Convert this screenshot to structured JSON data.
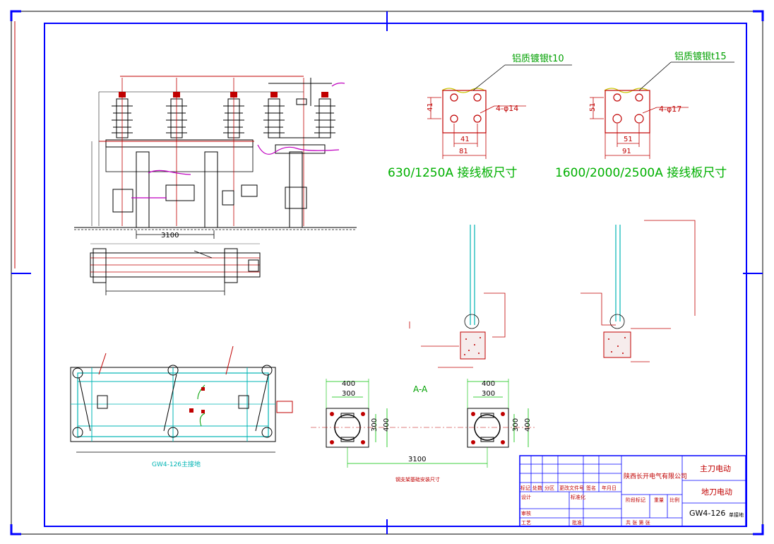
{
  "colors": {
    "frame": "#0000ff",
    "dim_line": "#00c000",
    "heading": "#00b000",
    "hatch": "#c00000",
    "outline": "#000000",
    "cyan": "#00b4b4",
    "magenta": "#c000c0",
    "yellow": "#c8c800"
  },
  "plates": {
    "left": {
      "material": "铝质镀银t10",
      "holes": "4-φ14",
      "dim_h": "41",
      "dim_w_inner": "41",
      "dim_w_outer": "81"
    },
    "right": {
      "material": "铝质镀银t15",
      "holes": "4-φ17",
      "dim_h": "51",
      "dim_w_inner": "51",
      "dim_w_outer": "91"
    }
  },
  "headings": {
    "plate_630": "630/1250A 接线板尺寸",
    "plate_1600": "1600/2000/2500A 接线板尺寸"
  },
  "section": {
    "label": "A-A",
    "dims_left": [
      "400",
      "300",
      "300",
      "400"
    ],
    "dims_right": [
      "400",
      "300",
      "300",
      "400"
    ],
    "spacing": "3100",
    "base_note": "钢支架基础安装尺寸"
  },
  "front_view": {
    "span": "3100"
  },
  "bottom_view": {
    "caption": "GW4-126主接地"
  },
  "title_block": {
    "company": "陕西长开电气有限公司",
    "drawing_title_1": "主刀电动",
    "drawing_title_2": "地刀电动",
    "drawing_number": "GW4-126",
    "drawing_number_suffix": "单接地",
    "row_labels": [
      "标记",
      "处数",
      "分区",
      "更改文件号",
      "签名",
      "年月日"
    ],
    "design": "设计",
    "standard": "标准化",
    "check": "审核",
    "process": "工艺",
    "approve": "批准",
    "stage_mark": "阶段标记",
    "weight": "重量",
    "scale": "比例",
    "sheet_info": "共 张 第 张"
  }
}
